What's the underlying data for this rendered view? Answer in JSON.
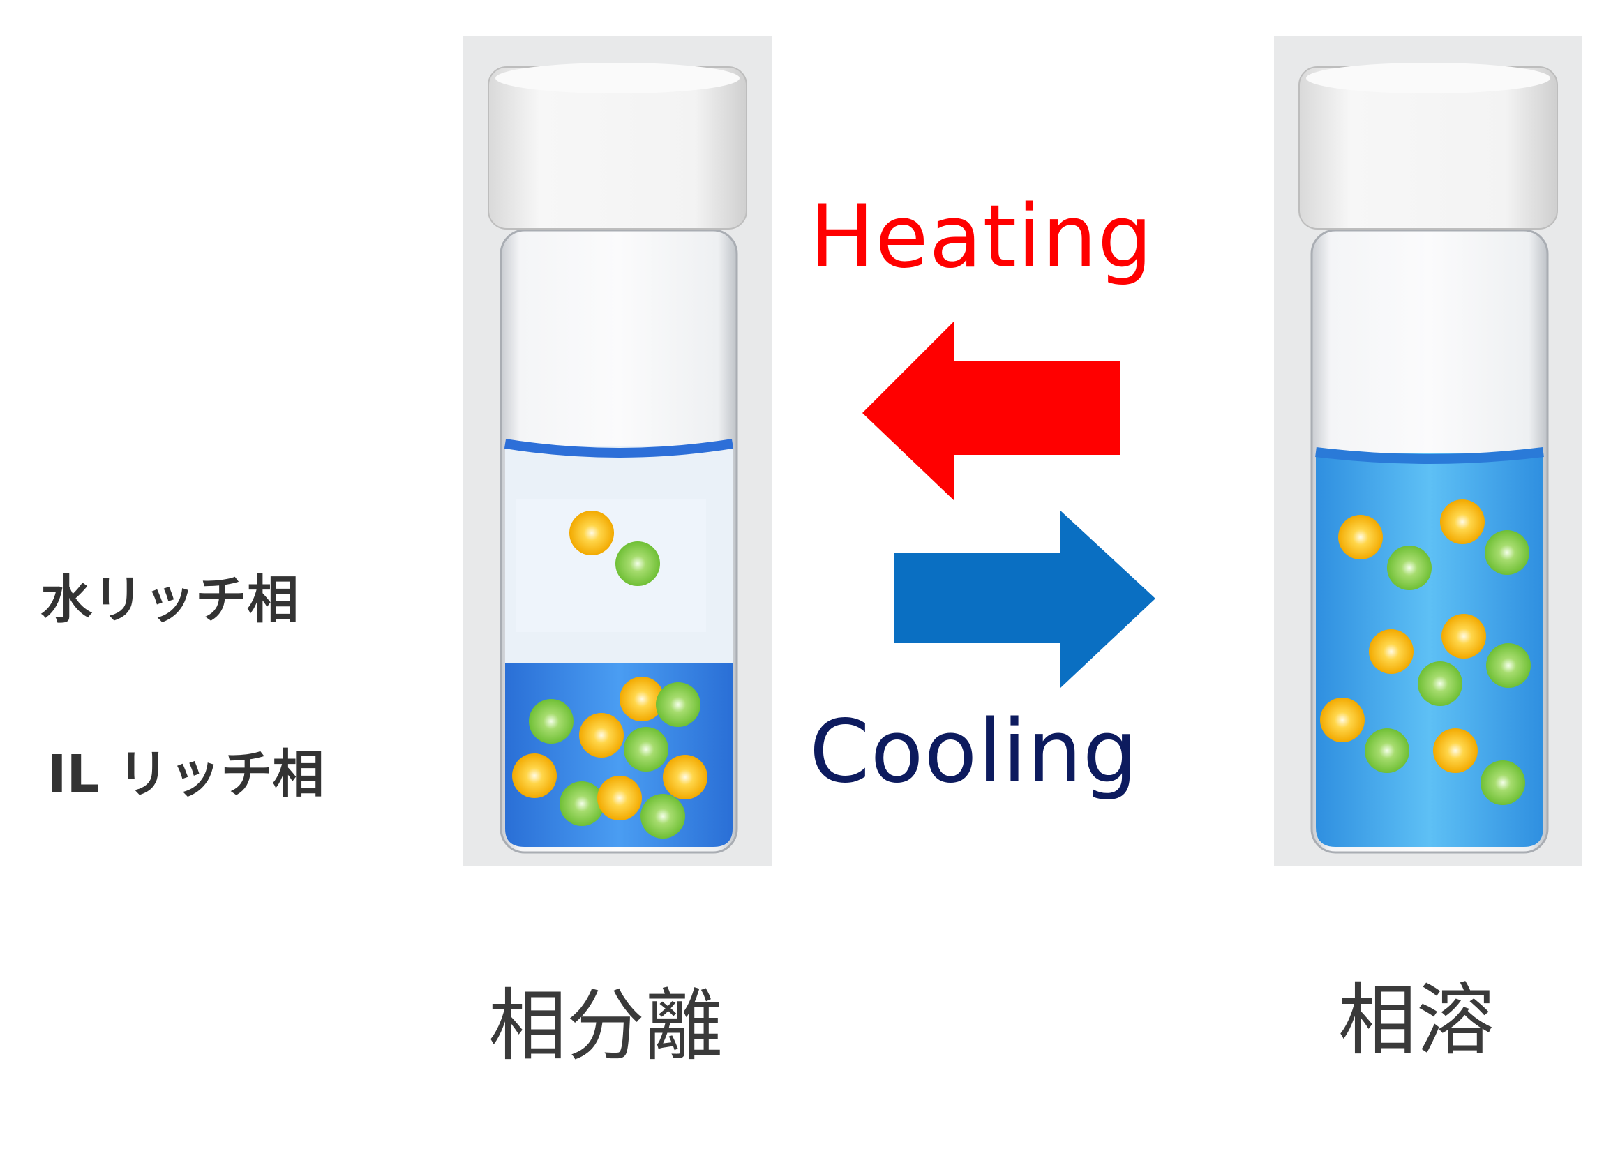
{
  "labels": {
    "water_rich_phase": "水リッチ相",
    "il_rich_phase": "IL リッチ相",
    "phase_separation": "相分離",
    "miscible": "相溶",
    "heating": "Heating",
    "cooling": "Cooling"
  },
  "colors": {
    "heating": "#ff0000",
    "cooling": "#0a6fc2",
    "cooling_text": "#0d1b5e",
    "liquid_dark": "#2f7de0",
    "liquid_light": "#4fb4ef",
    "particle_orange": "#f6b200",
    "particle_green": "#78c53a"
  },
  "icons": {
    "heating_arrow": "arrow-left-icon",
    "cooling_arrow": "arrow-right-icon"
  }
}
